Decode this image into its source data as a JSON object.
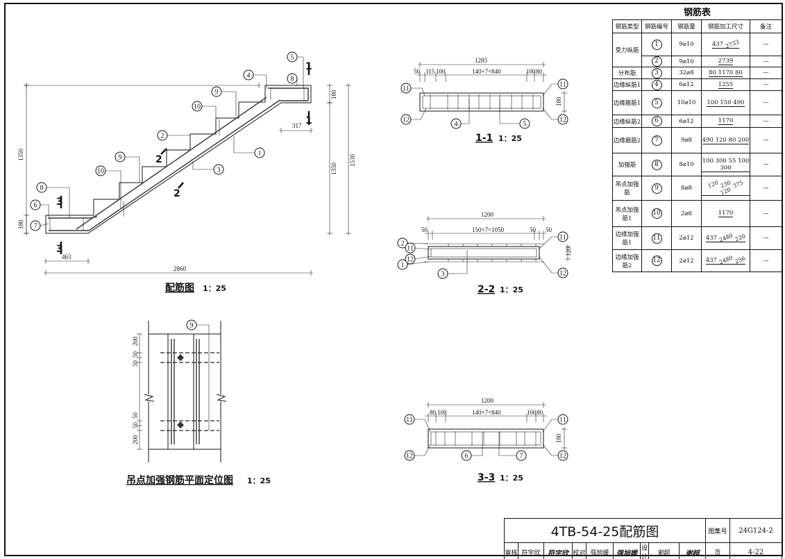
{
  "sheet": {
    "title": "4TB-54-25配筋图",
    "atlas_label": "图集号",
    "atlas_no": "24G124-2",
    "page_label": "页",
    "page_no": "4-22",
    "review_label": "审核",
    "reviewer": "符宇欣",
    "reviewer_signature": "符宇欣",
    "check_label": "校对",
    "checker": "强旭媛",
    "checker_signature": "强旭媛",
    "design_label": "设计",
    "designer": "谢超",
    "designer_signature": "谢超"
  },
  "elevation": {
    "title": "配筋图",
    "scale": "1：25",
    "dims": {
      "left_total": "1350",
      "left_landing": "180",
      "right_landing": "180",
      "right_flight": "1350",
      "right_total": "1530",
      "top_landing_width": "317",
      "bottom_landing_width": "463",
      "overall_length": "2860"
    },
    "section_marks": [
      "1",
      "1",
      "2",
      "2",
      "3",
      "3"
    ],
    "callouts": [
      "5",
      "4",
      "8",
      "9",
      "10",
      "2",
      "1",
      "3",
      "9",
      "10",
      "8",
      "6",
      "7"
    ]
  },
  "section_1_1": {
    "title": "1-1",
    "scale": "1：25",
    "dims": {
      "overall": "1285",
      "d1": "50",
      "d2": "115",
      "d3": "100",
      "mid": "140×7=840",
      "d4": "100",
      "d5": "80",
      "height": "180"
    },
    "callouts": [
      "11",
      "12",
      "4",
      "5",
      "11",
      "12"
    ]
  },
  "section_2_2": {
    "title": "2-2",
    "scale": "1：25",
    "dims": {
      "overall": "1200",
      "d1": "50",
      "mid": "150×7=1050",
      "d2": "50",
      "d3": "50",
      "height": "120"
    },
    "callouts": [
      "2",
      "11",
      "12",
      "1",
      "3",
      "11",
      "12"
    ]
  },
  "section_3_3": {
    "title": "3-3",
    "scale": "1：25",
    "dims": {
      "overall": "1200",
      "d1": "80",
      "d2": "100",
      "mid": "140×7=840",
      "d3": "100",
      "d4": "80",
      "height": "180"
    },
    "callouts": [
      "11",
      "12",
      "6",
      "7",
      "11",
      "12"
    ]
  },
  "plan": {
    "title": "吊点加强钢筋平面定位图",
    "scale": "1：25",
    "dims": [
      "200",
      "50",
      "50",
      "50",
      "50",
      "200"
    ],
    "callouts": [
      "9"
    ]
  },
  "rebar_table": {
    "title": "钢筋表",
    "headers": [
      "钢筋类型",
      "钢筋编号",
      "钢筋量",
      "钢筋加工尺寸",
      "备注"
    ],
    "rows": [
      {
        "type": "受力纵筋",
        "no": "1",
        "qty": "9⌀10",
        "shape": [
          "437",
          "2733"
        ],
        "note": "—"
      },
      {
        "type": "",
        "no": "2",
        "qty": "9⌀10",
        "shape": [
          "2739"
        ],
        "note": "—"
      },
      {
        "type": "分布筋",
        "no": "3",
        "qty": "32⌀8",
        "shape": [
          "80",
          "1170",
          "80"
        ],
        "note": "—"
      },
      {
        "type": "边缘纵筋1",
        "no": "4",
        "qty": "6⌀12",
        "shape": [
          "1255"
        ],
        "note": "—"
      },
      {
        "type": "边缘箍筋1",
        "no": "5",
        "qty": "10⌀10",
        "shape": [
          "100",
          "150",
          "490"
        ],
        "note": "—"
      },
      {
        "type": "边缘纵筋2",
        "no": "6",
        "qty": "6⌀12",
        "shape": [
          "1170"
        ],
        "note": "—"
      },
      {
        "type": "边缘箍筋2",
        "no": "7",
        "qty": "9⌀8",
        "shape": [
          "490",
          "120",
          "80",
          "200"
        ],
        "note": "—"
      },
      {
        "type": "加强筋",
        "no": "8",
        "qty": "8⌀10",
        "shape": [
          "100",
          "300",
          "55",
          "100",
          "300"
        ],
        "note": "—"
      },
      {
        "type": "吊点加强筋",
        "no": "9",
        "qty": "8⌀8",
        "shape": [
          "120",
          "230",
          "375",
          "120"
        ],
        "note": "—"
      },
      {
        "type": "吊点加强筋1",
        "no": "10",
        "qty": "2⌀8",
        "shape": [
          "1170"
        ],
        "note": "—"
      },
      {
        "type": "边缘加强筋1",
        "no": "11",
        "qty": "2⌀12",
        "shape": [
          "437",
          "2480",
          "220"
        ],
        "note": "—"
      },
      {
        "type": "边缘加强筋2",
        "no": "12",
        "qty": "2⌀12",
        "shape": [
          "437",
          "2480",
          "256"
        ],
        "note": "—"
      }
    ]
  }
}
